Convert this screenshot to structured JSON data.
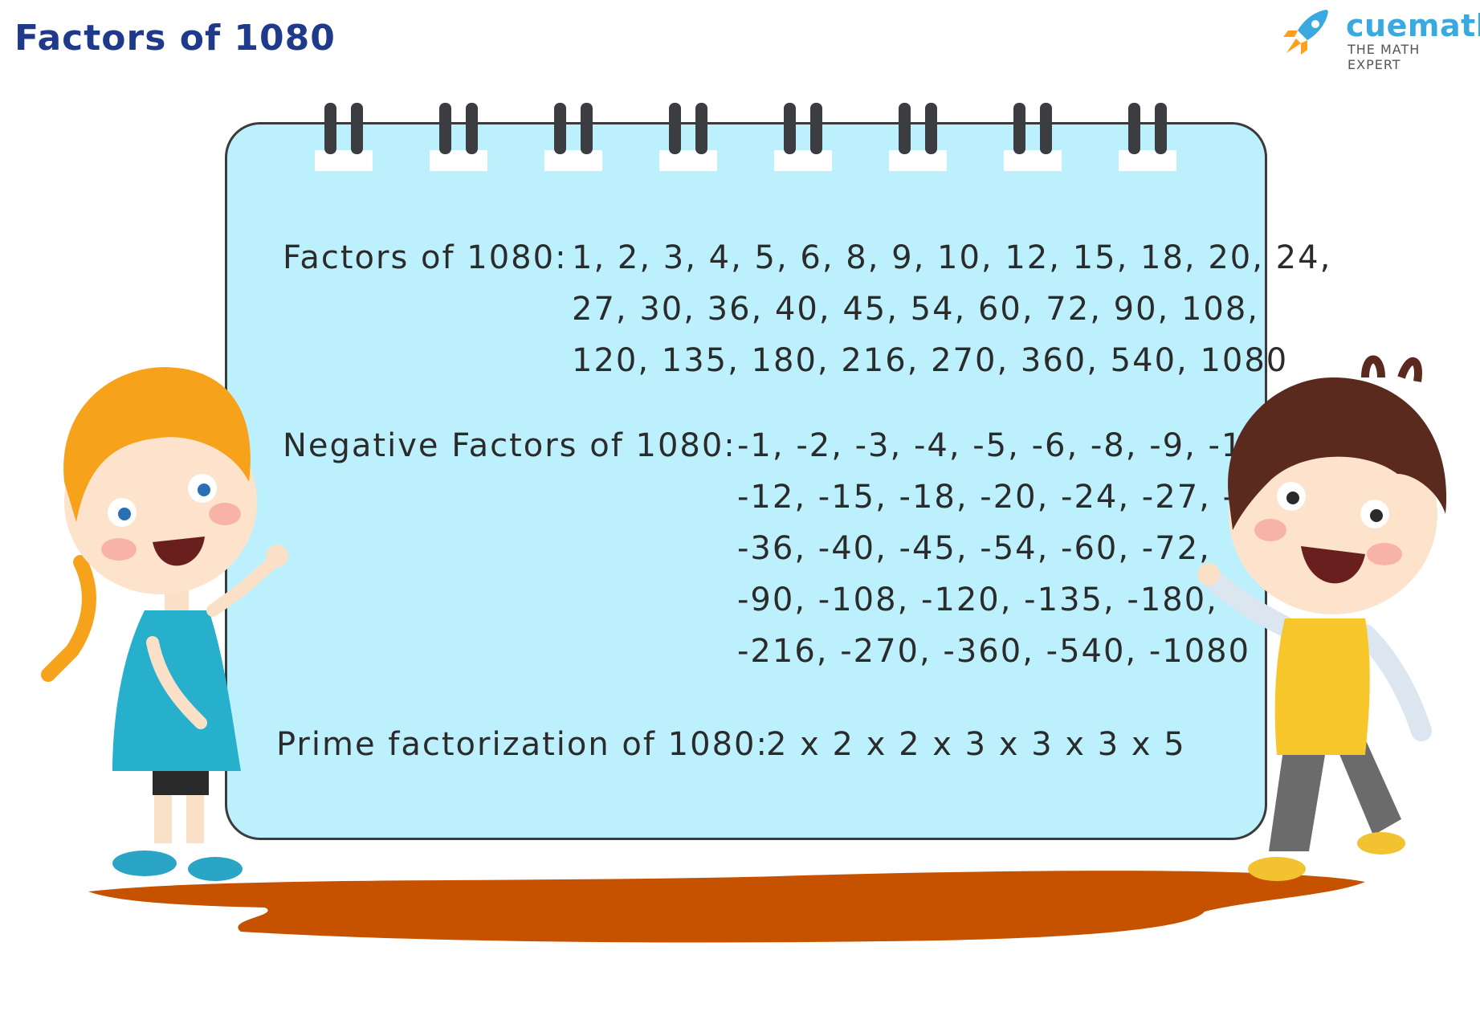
{
  "header": {
    "title": "Factors of 1080"
  },
  "logo": {
    "brand": "cuemath",
    "tagline": "THE MATH EXPERT",
    "icon": "rocket-icon"
  },
  "board": {
    "factors_label": "Factors of 1080:",
    "factors_lines": [
      "1, 2, 3, 4, 5, 6, 8, 9, 10, 12, 15, 18, 20, 24,",
      "27, 30, 36, 40, 45, 54, 60, 72, 90, 108,",
      "120, 135, 180, 216, 270, 360, 540, 1080"
    ],
    "negative_label": "Negative Factors of 1080:",
    "negative_lines": [
      "-1, -2, -3, -4, -5, -6, -8, -9, -10,",
      "-12, -15, -18, -20, -24, -27, -30,",
      "-36, -40, -45, -54, -60, -72,",
      "-90, -108, -120, -135, -180,",
      "-216, -270, -360, -540, -1080"
    ],
    "prime_label": "Prime factorization of 1080:",
    "prime_value": "2 x 2 x 2 x 3 x 3 x 3 x 5"
  },
  "colors": {
    "title": "#1f3a8a",
    "board_fill": "#bdf0fd",
    "puddle": "#c65200",
    "brand": "#39a9e0"
  }
}
